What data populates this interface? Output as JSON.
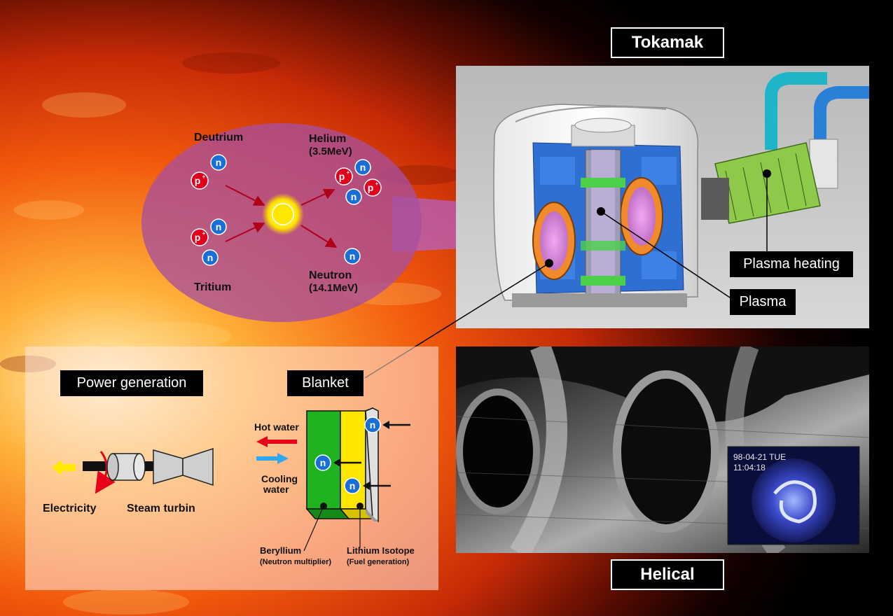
{
  "colors": {
    "proton": "#e0001b",
    "neutron": "#1a6fd6",
    "sun_core": "#ffe800",
    "bubble": "#a8509c",
    "hot_arrow": "#e8001c",
    "cool_arrow": "#2fa8f0",
    "beryllium": "#1fb41f",
    "lithium": "#ffe600",
    "electricity_arrow": "#ffea00"
  },
  "reaction": {
    "deutrium": "Deutrium",
    "tritium": "Tritium",
    "helium_line1": "Helium",
    "helium_line2": "(3.5MeV)",
    "neutron_line1": "Neutron",
    "neutron_line2": "(14.1MeV)",
    "proton_symbol": "p",
    "proton_charge": "+",
    "neutron_symbol": "n"
  },
  "tokamak": {
    "title": "Tokamak",
    "plasma_heating": "Plasma heating",
    "plasma": "Plasma"
  },
  "helical": {
    "title": "Helical",
    "timestamp_line1": "98-04-21 TUE",
    "timestamp_line2": "11:04:18"
  },
  "power": {
    "title": "Power generation",
    "electricity": "Electricity",
    "steam_turbin": "Steam turbin"
  },
  "blanket": {
    "title": "Blanket",
    "hot_water": "Hot water",
    "cooling_line1": "Cooling",
    "cooling_line2": "water",
    "beryllium_line1": "Beryllium",
    "beryllium_line2": "(Neutron multiplier)",
    "lithium_line1": "Lithium Isotope",
    "lithium_line2": "(Fuel generation)"
  }
}
